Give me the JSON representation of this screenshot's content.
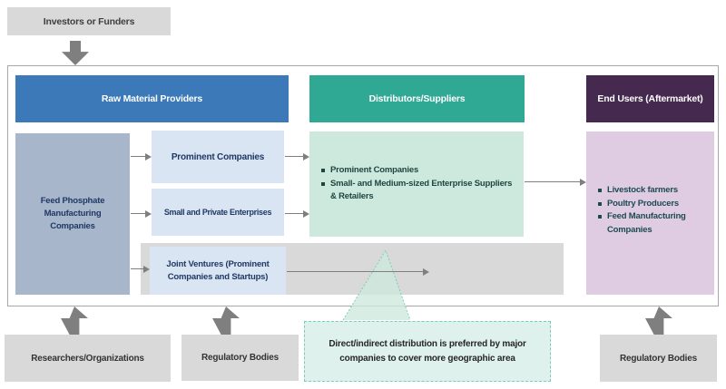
{
  "top": {
    "investors_label": "Investors or Funders"
  },
  "headers": {
    "raw_material": "Raw Material Providers",
    "distributors": "Distributors/Suppliers",
    "end_users": "End Users (Aftermarket)"
  },
  "raw_material": {
    "manufacturer_label": "Feed Phosphate Manufacturing Companies",
    "prominent_label": "Prominent Companies",
    "small_private_label": "Small and Private Enterprises",
    "joint_ventures_label": "Joint Ventures (Prominent Companies and Startups)"
  },
  "distributors": {
    "items": [
      "Prominent Companies",
      "Small- and Medium-sized Enterprise Suppliers & Retailers"
    ]
  },
  "end_users": {
    "items": [
      "Livestock farmers",
      "Poultry Producers",
      "Feed Manufacturing Companies"
    ]
  },
  "callout": {
    "text": "Direct/indirect distribution is preferred by major companies to cover more geographic area"
  },
  "bottom": {
    "researchers_label": "Researchers/Organizations",
    "regulatory_left_label": "Regulatory Bodies",
    "regulatory_right_label": "Regulatory Bodies"
  },
  "colors": {
    "header_blue": "#3b79b8",
    "header_teal": "#2fa894",
    "header_purple": "#45294e",
    "manufacturer_fill": "#a8b6cb",
    "light_blue_fill": "#d9e5f2",
    "green_fill": "#cde9dd",
    "purple_fill": "#dfcce3",
    "gray_fill": "#d9d9d9",
    "arrow_gray": "#7f7f7f",
    "navy_text": "#1f3864",
    "green_box_text": "#1e4640",
    "purple_box_text": "#1c4a50",
    "callout_fill": "#def1ec",
    "callout_border": "#79cdbb"
  }
}
